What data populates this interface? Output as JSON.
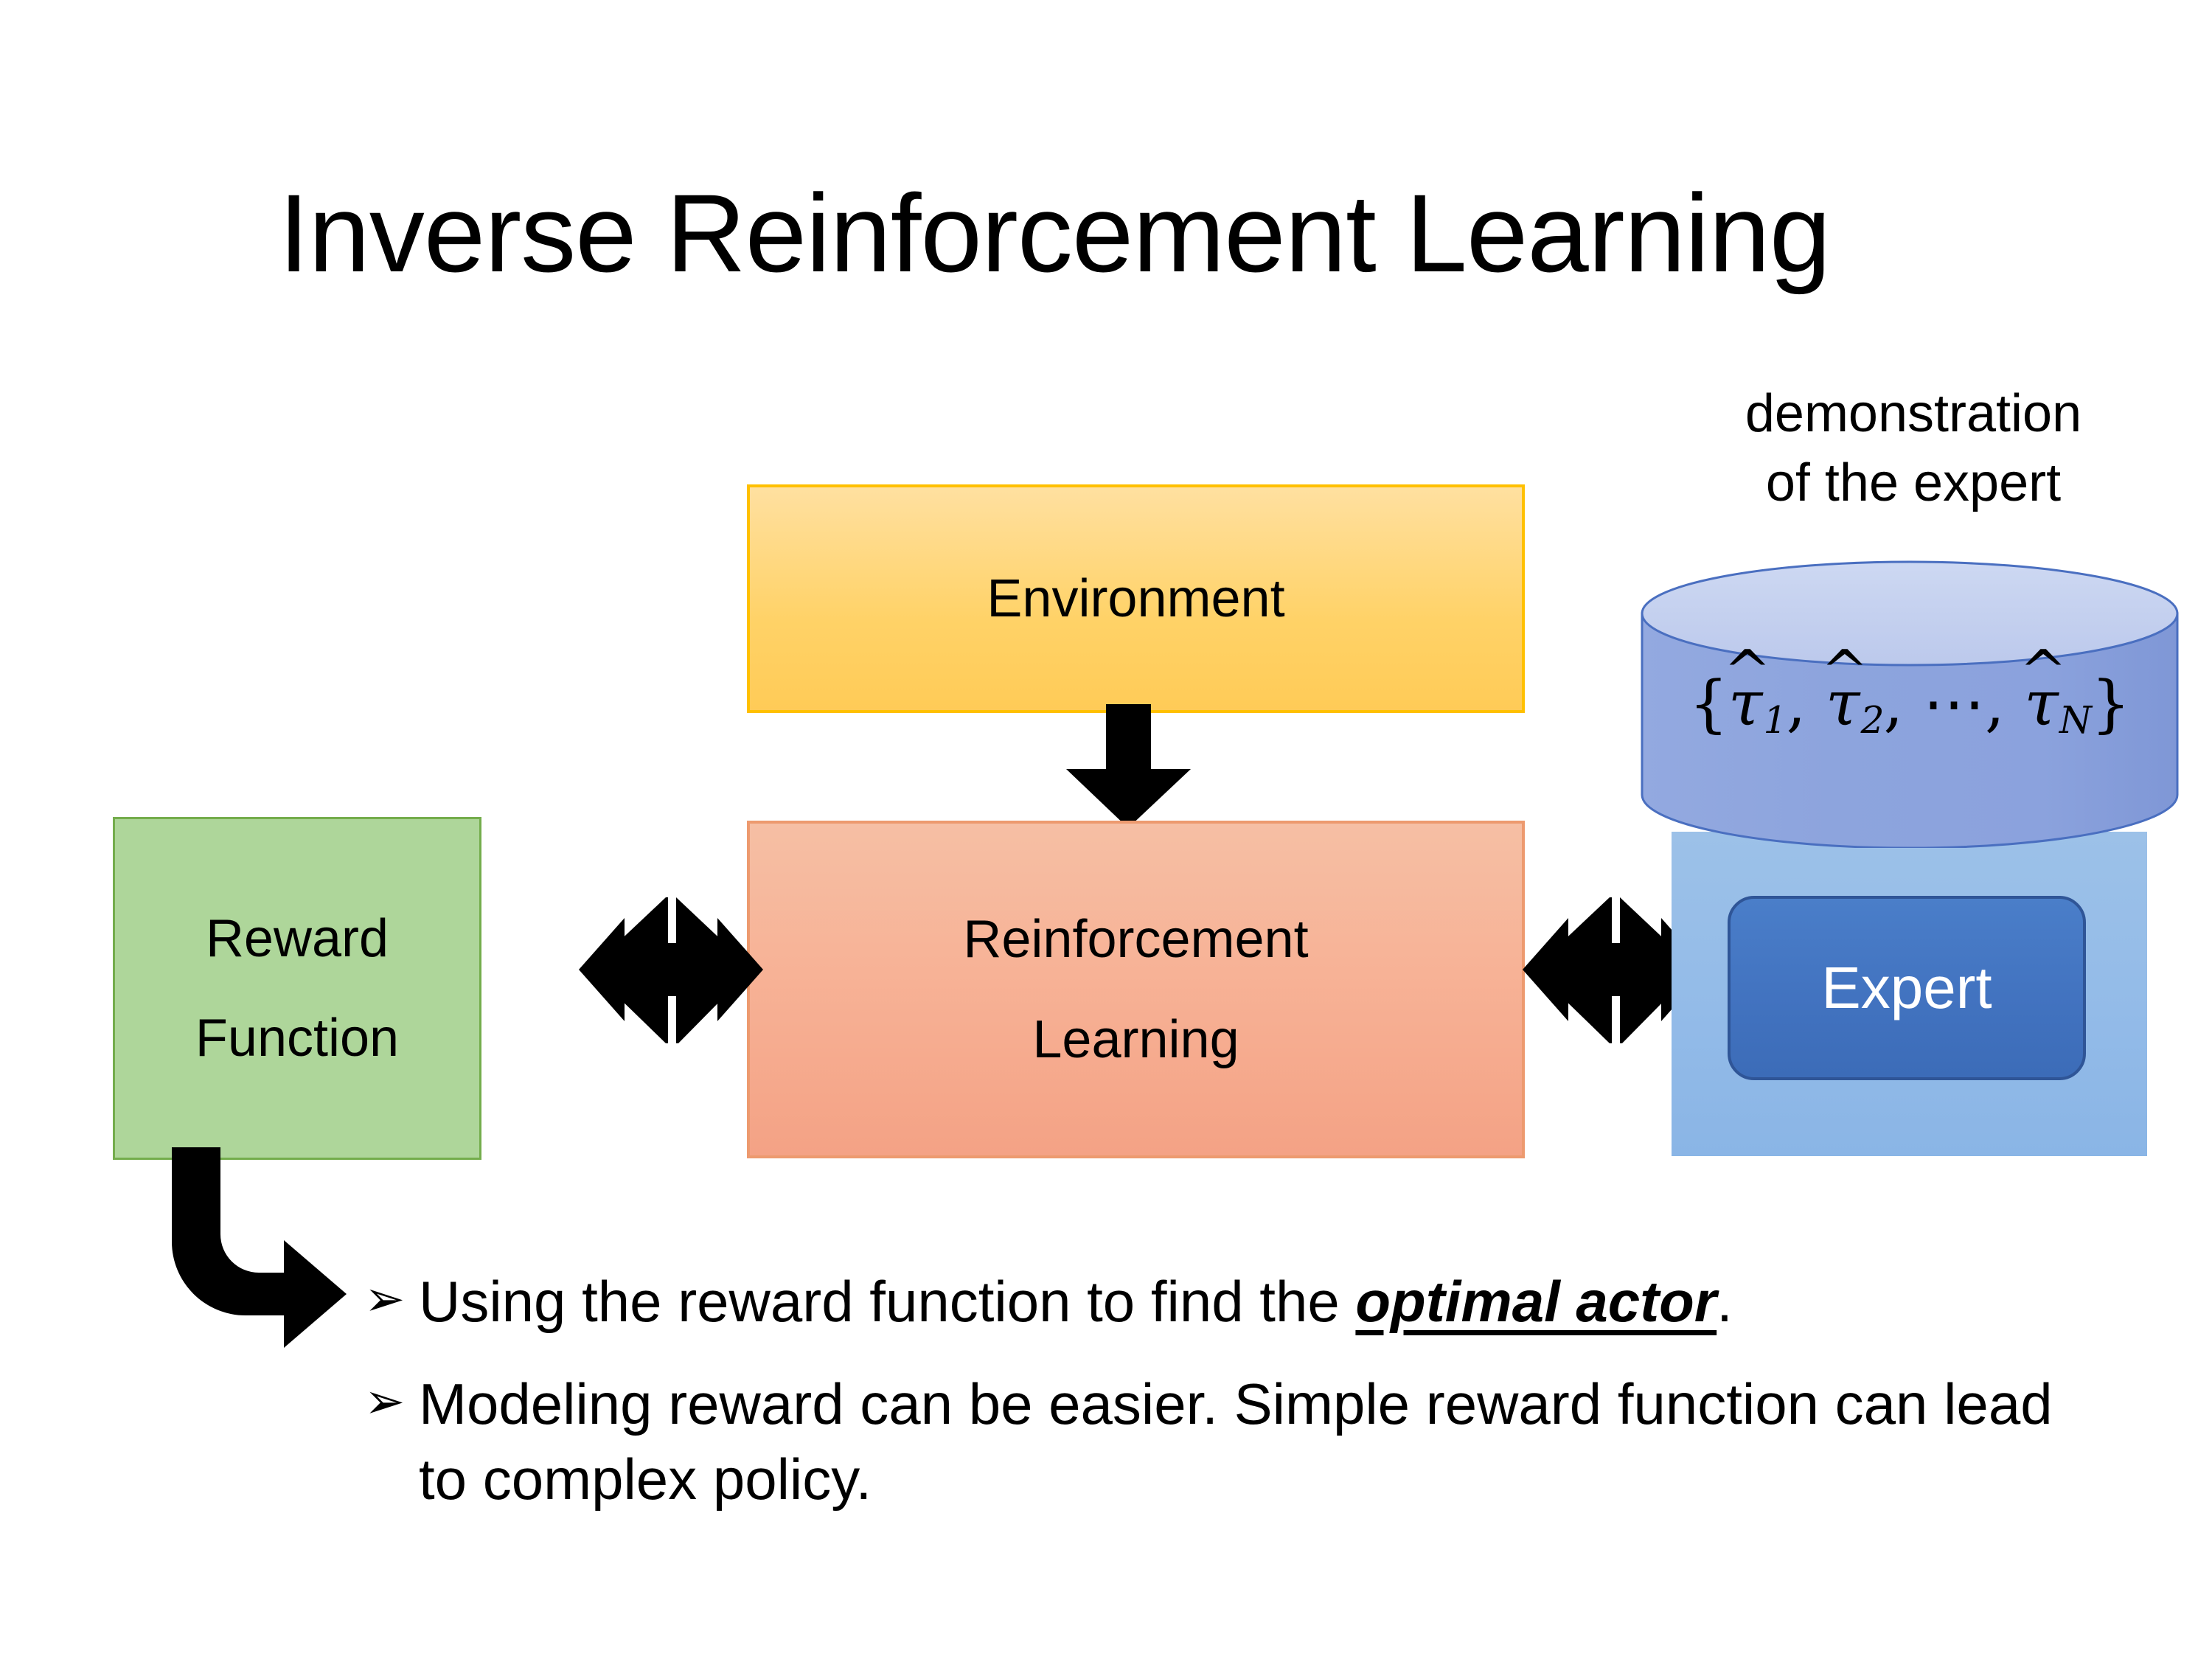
{
  "slide": {
    "title": "Inverse Reinforcement Learning",
    "background_color": "#ffffff"
  },
  "diagram": {
    "environment_box": {
      "label": "Environment",
      "fill_color": "#ffd267",
      "border_color": "#ffc000"
    },
    "reinforcement_learning_box": {
      "label_line1": "Reinforcement",
      "label_line2": "Learning",
      "fill_color": "#f5ab8d",
      "border_color": "#ed9a6f"
    },
    "reward_function_box": {
      "label_line1": "Reward",
      "label_line2": "Function",
      "fill_color": "#aed69a",
      "border_color": "#74ad4c"
    },
    "expert_group": {
      "caption_line1": "demonstration",
      "caption_line2": "of the expert",
      "cylinder_label_prefix": "{",
      "tau_1": "τ",
      "tau_1_sub": "1",
      "tau_2": "τ",
      "tau_2_sub": "2",
      "ellipsis": "⋯",
      "tau_n": "τ",
      "tau_n_sub": "N",
      "cylinder_label_suffix": "}",
      "cylinder_label_plain": "{τ̂1, τ̂2, ⋯, τ̂N}",
      "cylinder_fill_color": "#8ca4dd",
      "cylinder_top_color": "#c3d0ef",
      "panel_fill_color": "#93bbe8",
      "expert_button_label": "Expert",
      "expert_button_fill_color": "#4273c0",
      "expert_button_border_color": "#2f5597",
      "expert_button_text_color": "#ffffff"
    },
    "arrows": {
      "environment_to_rl": "down-arrow",
      "reward_to_rl": "four-way-double-arrow",
      "rl_to_expert": "four-way-double-arrow",
      "reward_to_bullets": "elbow-arrow-down-right",
      "arrow_color": "#000000"
    }
  },
  "bullets": [
    {
      "marker": "➢",
      "text_before": "Using the reward function to find the ",
      "emphasis": "optimal actor",
      "text_after": "."
    },
    {
      "marker": "➢",
      "text_before": "Modeling reward can be easier. Simple reward function can lead to complex policy.",
      "emphasis": "",
      "text_after": ""
    }
  ]
}
